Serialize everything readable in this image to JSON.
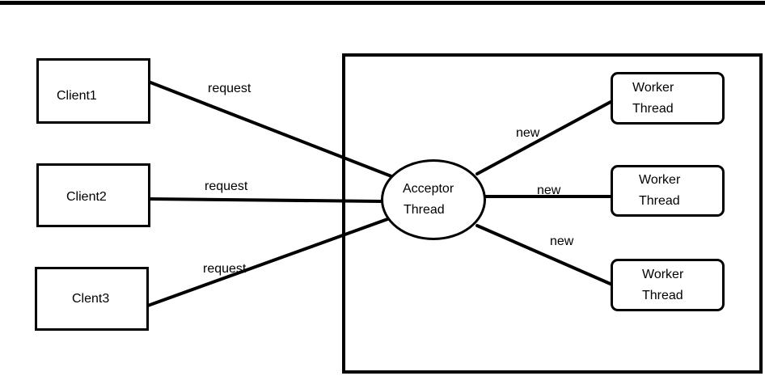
{
  "clients": [
    {
      "label": "Client1"
    },
    {
      "label": "Client2"
    },
    {
      "label": "Clent3"
    }
  ],
  "acceptor": {
    "line1": "Acceptor",
    "line2": "Thread"
  },
  "workers": [
    {
      "line1": "Worker",
      "line2": "Thread"
    },
    {
      "line1": "Worker",
      "line2": "Thread"
    },
    {
      "line1": "Worker",
      "line2": "Thread"
    }
  ],
  "edges": {
    "request_labels": [
      "request",
      "request",
      "request"
    ],
    "new_labels": [
      "new",
      "new",
      "new"
    ]
  },
  "colors": {
    "stroke": "#000000",
    "background": "#ffffff"
  }
}
